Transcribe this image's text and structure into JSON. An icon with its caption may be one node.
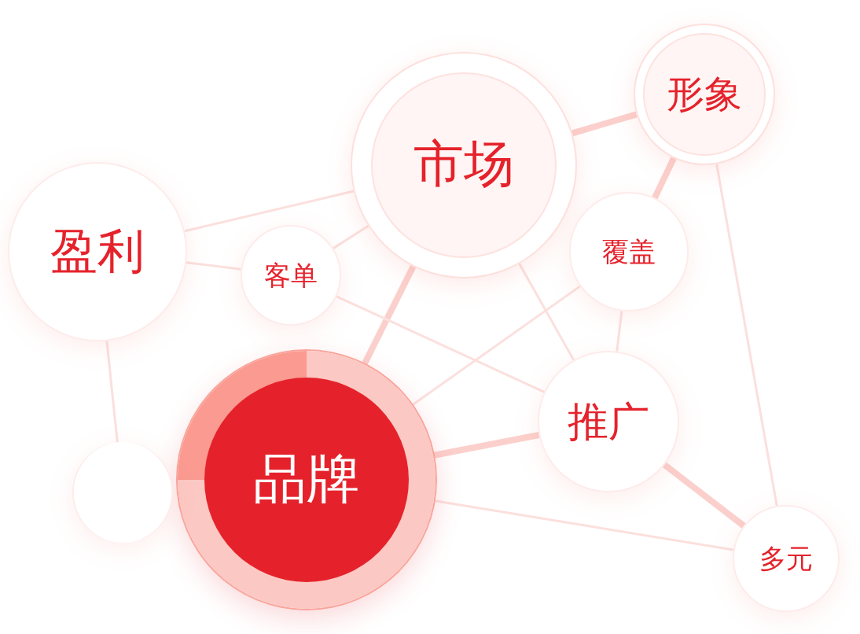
{
  "diagram": {
    "nodes": [
      {
        "text": [
          "盈利"
        ]
      },
      {
        "text": [
          "客单"
        ]
      },
      {
        "text": [
          "市场"
        ]
      },
      {
        "text": [
          "形象"
        ]
      },
      {
        "text": [
          "覆盖"
        ]
      },
      {
        "text": [
          "推广"
        ]
      },
      {
        "text": [
          "品牌"
        ]
      },
      {
        "text": [
          "多元"
        ]
      },
      {
        "text": [],
        "shape": "circle"
      }
    ],
    "edges": [
      {
        "from": 0,
        "to": 1,
        "arrow": "none"
      },
      {
        "from": 0,
        "to": 2,
        "arrow": "none"
      },
      {
        "from": 1,
        "to": 2,
        "arrow": "none"
      },
      {
        "from": 2,
        "to": 3,
        "arrow": "none",
        "style": "thick"
      },
      {
        "from": 3,
        "to": 4,
        "arrow": "none",
        "style": "thick"
      },
      {
        "from": 3,
        "to": 7,
        "arrow": "none"
      },
      {
        "from": 4,
        "to": 5,
        "arrow": "none"
      },
      {
        "from": 4,
        "to": 6,
        "arrow": "none"
      },
      {
        "from": 2,
        "to": 5,
        "arrow": "none"
      },
      {
        "from": 2,
        "to": 6,
        "arrow": "none",
        "style": "thick"
      },
      {
        "from": 1,
        "to": 5,
        "arrow": "none"
      },
      {
        "from": 6,
        "to": 5,
        "arrow": "none",
        "style": "thick"
      },
      {
        "from": 5,
        "to": 7,
        "arrow": "none",
        "style": "thick"
      },
      {
        "from": 6,
        "to": 7,
        "arrow": "none"
      },
      {
        "from": 0,
        "to": 8,
        "arrow": "none"
      }
    ]
  }
}
